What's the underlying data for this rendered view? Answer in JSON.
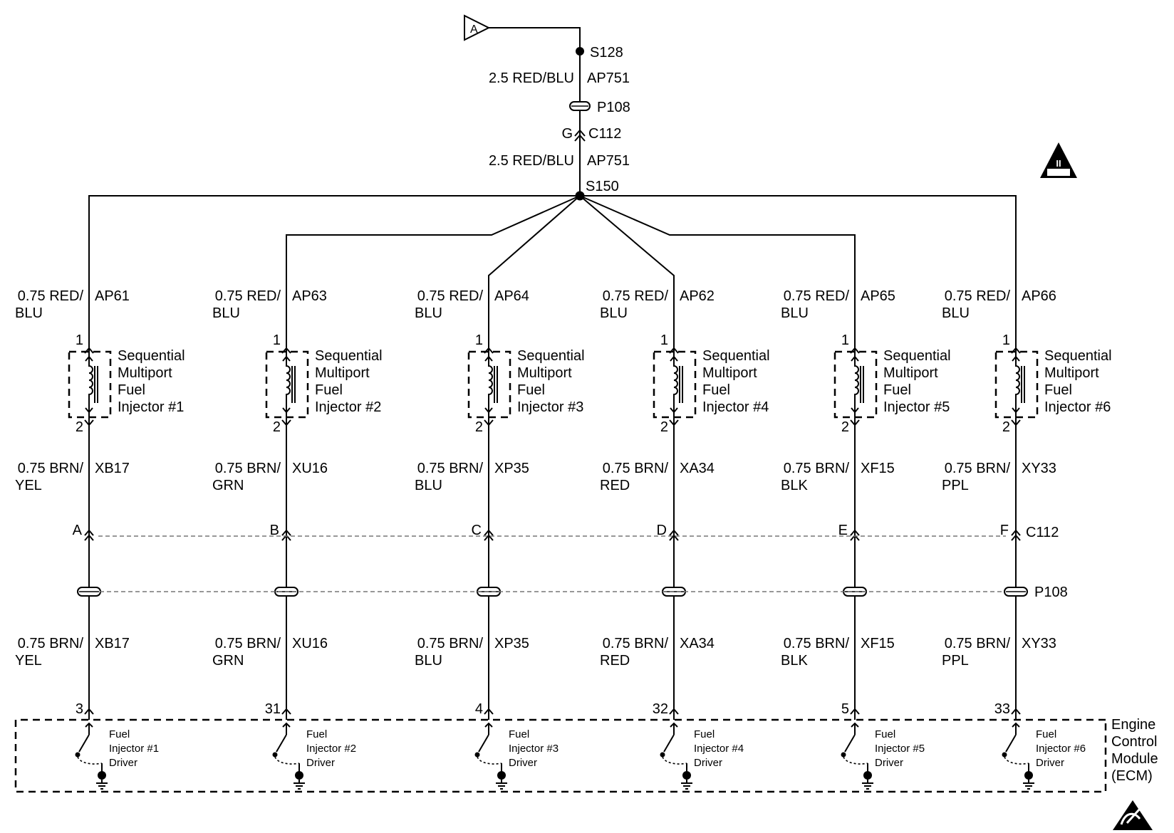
{
  "top": {
    "page_ref": "A",
    "splice_s128": "S128",
    "wire_upper_size_color": "2.5 RED/BLU",
    "wire_upper_circuit": "AP751",
    "inline_p108": "P108",
    "conn_pin": "G",
    "conn_c112": "C112",
    "wire_lower_size_color": "2.5 RED/BLU",
    "wire_lower_circuit": "AP751",
    "splice_s150": "S150",
    "obd_label": "OBD II",
    "obd_numeral": "II"
  },
  "branches": [
    {
      "feed_a": "0.75 RED/",
      "feed_b": "BLU",
      "feed_circuit": "AP61",
      "pin_top": "1",
      "injector": [
        "Sequential",
        "Multiport",
        "Fuel",
        "Injector #1"
      ],
      "pin_bottom": "2",
      "out_a": "0.75 BRN/",
      "out_b": "YEL",
      "out_circuit": "XB17",
      "c112_pin": "A",
      "ecm_a": "0.75 BRN/",
      "ecm_b": "YEL",
      "ecm_circuit": "XB17",
      "ecm_pin": "3",
      "driver": [
        "Fuel",
        "Injector #1",
        "Driver"
      ]
    },
    {
      "feed_a": "0.75 RED/",
      "feed_b": "BLU",
      "feed_circuit": "AP63",
      "pin_top": "1",
      "injector": [
        "Sequential",
        "Multiport",
        "Fuel",
        "Injector #2"
      ],
      "pin_bottom": "2",
      "out_a": "0.75 BRN/",
      "out_b": "GRN",
      "out_circuit": "XU16",
      "c112_pin": "B",
      "ecm_a": "0.75 BRN/",
      "ecm_b": "GRN",
      "ecm_circuit": "XU16",
      "ecm_pin": "31",
      "driver": [
        "Fuel",
        "Injector #2",
        "Driver"
      ]
    },
    {
      "feed_a": "0.75 RED/",
      "feed_b": "BLU",
      "feed_circuit": "AP64",
      "pin_top": "1",
      "injector": [
        "Sequential",
        "Multiport",
        "Fuel",
        "Injector #3"
      ],
      "pin_bottom": "2",
      "out_a": "0.75 BRN/",
      "out_b": "BLU",
      "out_circuit": "XP35",
      "c112_pin": "C",
      "ecm_a": "0.75 BRN/",
      "ecm_b": "BLU",
      "ecm_circuit": "XP35",
      "ecm_pin": "4",
      "driver": [
        "Fuel",
        "Injector #3",
        "Driver"
      ]
    },
    {
      "feed_a": "0.75 RED/",
      "feed_b": "BLU",
      "feed_circuit": "AP62",
      "pin_top": "1",
      "injector": [
        "Sequential",
        "Multiport",
        "Fuel",
        "Injector #4"
      ],
      "pin_bottom": "2",
      "out_a": "0.75 BRN/",
      "out_b": "RED",
      "out_circuit": "XA34",
      "c112_pin": "D",
      "ecm_a": "0.75 BRN/",
      "ecm_b": "RED",
      "ecm_circuit": "XA34",
      "ecm_pin": "32",
      "driver": [
        "Fuel",
        "Injector #4",
        "Driver"
      ]
    },
    {
      "feed_a": "0.75 RED/",
      "feed_b": "BLU",
      "feed_circuit": "AP65",
      "pin_top": "1",
      "injector": [
        "Sequential",
        "Multiport",
        "Fuel",
        "Injector #5"
      ],
      "pin_bottom": "2",
      "out_a": "0.75 BRN/",
      "out_b": "BLK",
      "out_circuit": "XF15",
      "c112_pin": "E",
      "ecm_a": "0.75 BRN/",
      "ecm_b": "BLK",
      "ecm_circuit": "XF15",
      "ecm_pin": "5",
      "driver": [
        "Fuel",
        "Injector #5",
        "Driver"
      ]
    },
    {
      "feed_a": "0.75 RED/",
      "feed_b": "BLU",
      "feed_circuit": "AP66",
      "pin_top": "1",
      "injector": [
        "Sequential",
        "Multiport",
        "Fuel",
        "Injector #6"
      ],
      "pin_bottom": "2",
      "out_a": "0.75 BRN/",
      "out_b": "PPL",
      "out_circuit": "XY33",
      "c112_pin": "F",
      "ecm_a": "0.75 BRN/",
      "ecm_b": "PPL",
      "ecm_circuit": "XY33",
      "ecm_pin": "33",
      "driver": [
        "Fuel",
        "Injector #6",
        "Driver"
      ]
    }
  ],
  "row_labels": {
    "c112": "C112",
    "p108": "P108"
  },
  "ecm": {
    "label": [
      "Engine",
      "Control",
      "Module",
      "(ECM)"
    ]
  },
  "icons": {
    "page_ref": "triangle-connector-icon",
    "obd": "obd2-triangle-icon",
    "esd": "esd-sensitive-icon",
    "ground": "ground-icon",
    "splice": "splice-dot-icon",
    "inline": "inline-harness-connector-icon"
  }
}
